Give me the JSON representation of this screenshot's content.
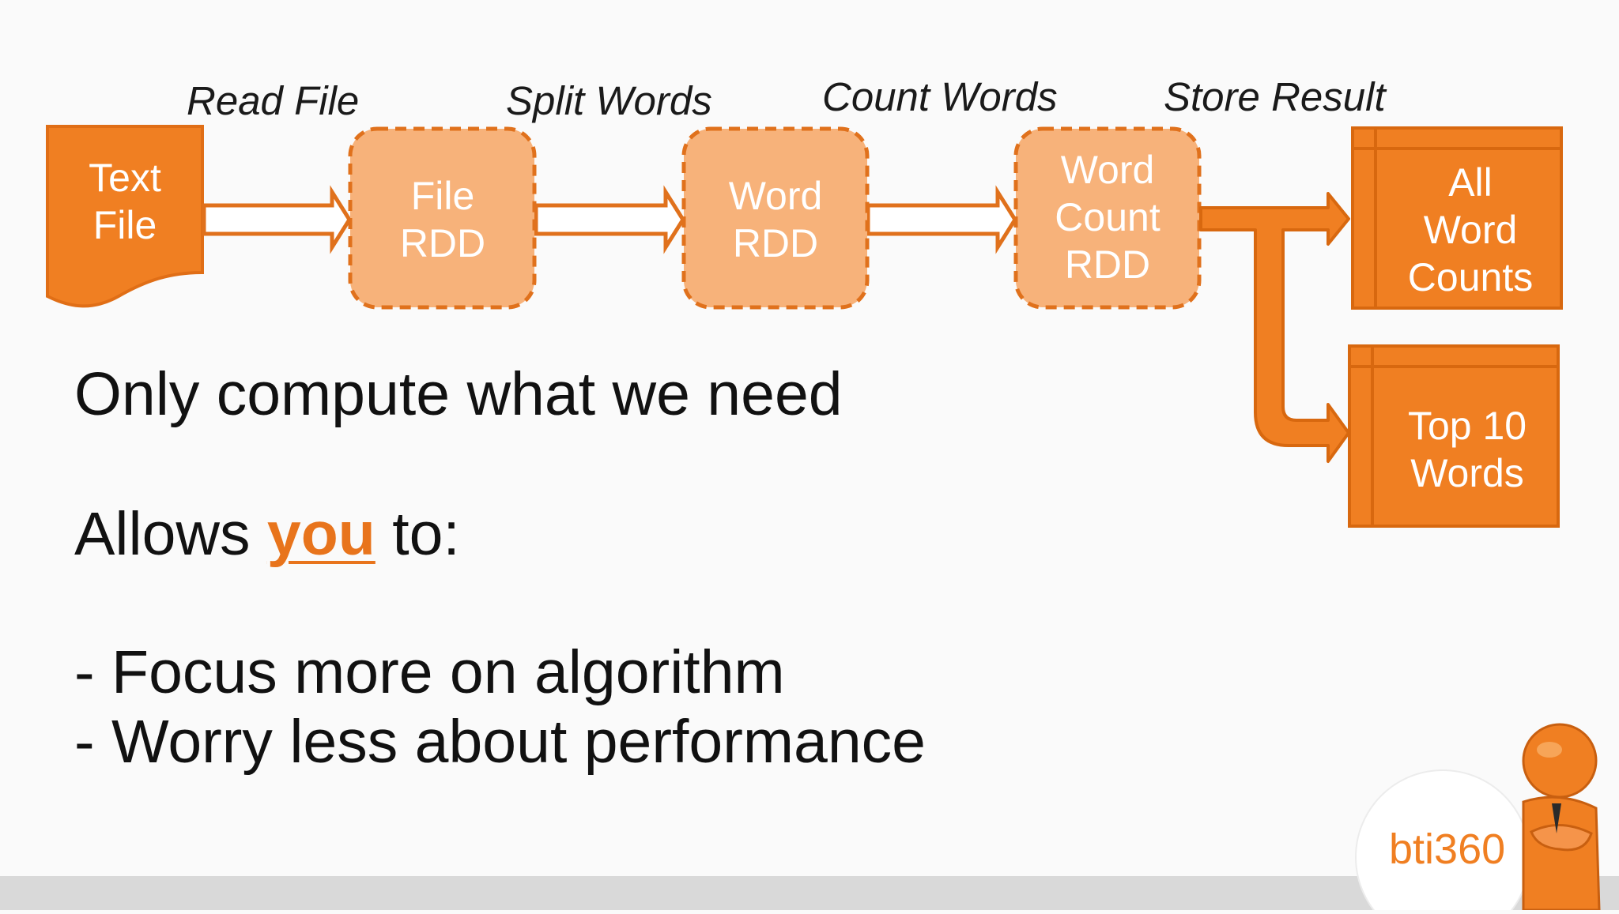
{
  "steps": {
    "read_file": "Read File",
    "split_words": "Split Words",
    "count_words": "Count Words",
    "store_result": "Store Result"
  },
  "nodes": {
    "text_file": [
      "Text",
      "File"
    ],
    "file_rdd": [
      "File",
      "RDD"
    ],
    "word_rdd": [
      "Word",
      "RDD"
    ],
    "word_count_rdd": [
      "Word",
      "Count",
      "RDD"
    ],
    "all_word_counts": [
      "All",
      "Word",
      "Counts"
    ],
    "top_10_words": [
      "Top 10",
      "Words"
    ]
  },
  "body": {
    "line1": "Only compute what we need",
    "line2_prefix": "Allows ",
    "line2_highlight": "you",
    "line2_suffix": " to:",
    "bullet1": "- Focus more on algorithm",
    "bullet2": "- Worry less about performance"
  },
  "logo": {
    "brand": "bti360"
  },
  "colors": {
    "accent": "#f07f22",
    "rdd_fill": "#f7b27a",
    "rdd_border": "#e0711c",
    "highlight": "#e8741c"
  }
}
